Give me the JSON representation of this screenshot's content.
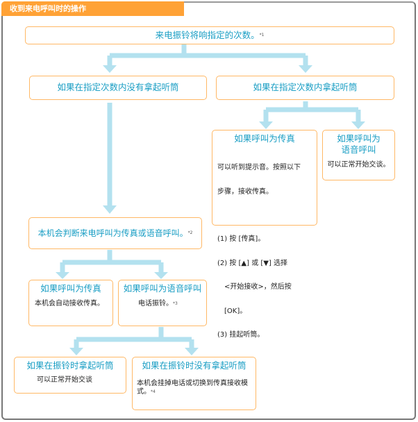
{
  "header": {
    "title": "收到来电呼叫时的操作"
  },
  "box1": {
    "title": "来电振铃将响指定的次数。",
    "note": "*1"
  },
  "box2": {
    "title": "如果在指定次数内没有拿起听筒"
  },
  "box3": {
    "title": "如果在指定次数内拿起听筒"
  },
  "box4": {
    "title": "如果呼叫为传真",
    "lines": [
      "可以听到提示音。按照以下",
      "步骤，接收传真。",
      "",
      "(1) 按 [传真]。",
      "(2) 按 [▲] 或 [▼] 选择",
      "　<开始接收>，然后按",
      "　[OK]。",
      "(3) 挂起听筒。"
    ]
  },
  "box5": {
    "title": "如果呼叫为\n语音呼叫",
    "text": "可以正常开始交谈。"
  },
  "box6": {
    "title": "本机会判断来电呼叫为传真或语音呼叫。",
    "note": "*2"
  },
  "box7": {
    "title": "如果呼叫为传真",
    "text": "本机会自动接收传真。"
  },
  "box8": {
    "title": "如果呼叫为语音呼叫",
    "text": "电话振铃。",
    "note": "*3"
  },
  "box9": {
    "title": "如果在振铃时拿起听筒",
    "text": "可以正常开始交谈"
  },
  "box10": {
    "title": "如果在振铃时没有拿起听筒",
    "text": "本机会挂掉电话或切换到传真接收模式。",
    "note": "*4"
  },
  "colors": {
    "accent": "#ffa236",
    "title": "#1a9ec4",
    "arrow": "#b3e1ef",
    "border": "#ffb865"
  }
}
